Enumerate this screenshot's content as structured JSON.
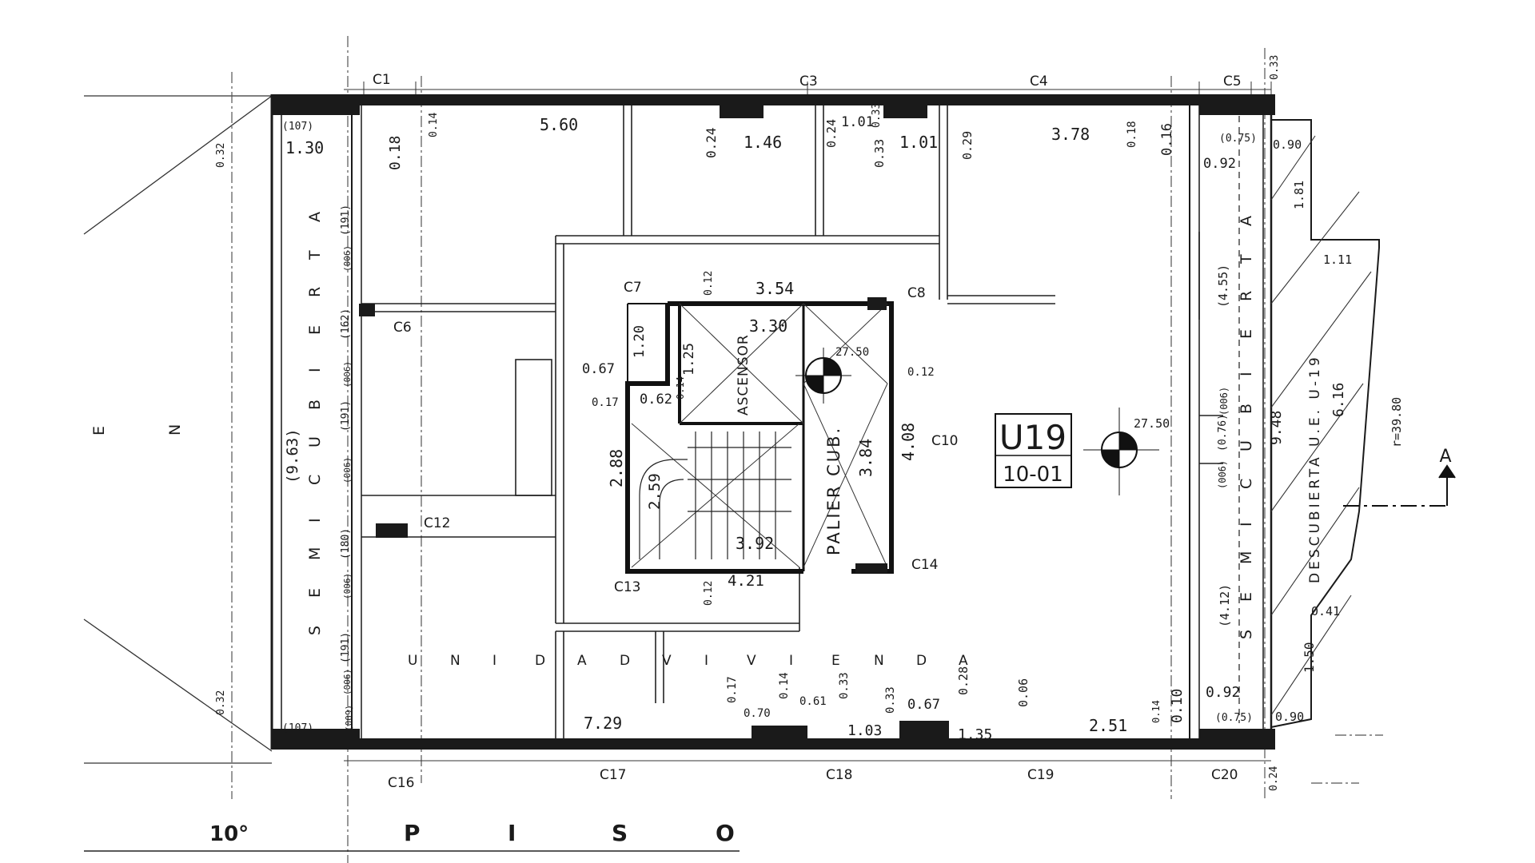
{
  "plan": {
    "floor_title": "10°",
    "floor_word": [
      "P",
      "I",
      "S",
      "O"
    ],
    "unit_code": "U19",
    "unit_sub": "10-01",
    "level_main": "27.50",
    "level_stair": "27.50",
    "unidad_letters": [
      "U",
      "N",
      "I",
      "D",
      "A",
      "D",
      "V",
      "I",
      "V",
      "I",
      "E",
      "N",
      "D",
      "A"
    ],
    "left_band_letters": [
      "S",
      "E",
      "M",
      "I",
      "C",
      "U",
      "B",
      "I",
      "E",
      "R",
      "T",
      "A"
    ],
    "right_band_letters": [
      "S",
      "E",
      "M",
      "I",
      "C",
      "U",
      "B",
      "I",
      "E",
      "R",
      "T",
      "A"
    ],
    "edge_letters": [
      "E",
      "N"
    ],
    "descubierta": "DESCUBIERTA U.E. U-19",
    "ascensor": "ASCENSOR",
    "palier": "PALIER CUB.",
    "section_mark": "A",
    "radius": "r=39.80"
  },
  "columns": {
    "c1": "C1",
    "c3": "C3",
    "c4": "C4",
    "c5": "C5",
    "c6": "C6",
    "c7": "C7",
    "c8": "C8",
    "c10": "C10",
    "c12": "C12",
    "c13": "C13",
    "c14": "C14",
    "c16": "C16",
    "c17": "C17",
    "c18": "C18",
    "c19": "C19",
    "c20": "C20"
  },
  "dimensions": {
    "top_5_60": "5.60",
    "top_1_46": "1.46",
    "top_1_01a": "1.01",
    "top_1_01b": "1.01",
    "top_3_78": "3.78",
    "top_0_24": "0.24",
    "top_0_24b": "0.24",
    "top_0_33": "0.33",
    "top_0_29": "0.29",
    "top_0_18": "0.18",
    "top_0_18b": "0.18",
    "top_0_16": "0.16",
    "top_0_14": "0.14",
    "top_0_33r": "0.33",
    "top_1_30": "1.30",
    "top_107": "(107)",
    "top_0_92": "0.92",
    "top_0_90": "0.90",
    "top_075": "(0.75)",
    "top_1_81": "1.81",
    "core_3_54": "3.54",
    "core_3_30": "3.30",
    "core_1_20": "1.20",
    "core_1_25": "1.25",
    "core_0_12a": "0.12",
    "core_0_12b": "0.12",
    "core_0_12c": "0.12",
    "core_0_67": "0.67",
    "core_0_17": "0.17",
    "core_0_62": "0.62",
    "core_2_88": "2.88",
    "core_2_59": "2.59",
    "core_3_84": "3.84",
    "core_4_08": "4.08",
    "core_3_92": "3.92",
    "core_4_21": "4.21",
    "core_0_14": "0.14",
    "left_9_63": "(9.63)",
    "left_191a": "(191)",
    "left_162": "(162)",
    "left_191b": "(191)",
    "left_180": "(180)",
    "left_191c": "(191)",
    "left_006a": "(006)",
    "left_006b": "(006)",
    "left_006c": "(006)",
    "left_006d": "(006)",
    "left_006e": "(006)",
    "left_107b": "(107)",
    "left_009": "(009)",
    "left_0_32a": "0.32",
    "left_0_32b": "0.32",
    "right_4_55": "(4.55)",
    "right_4_12": "(4.12)",
    "right_076": "(0.76)",
    "right_006a": "(006)",
    "right_006b": "(006)",
    "right_9_48": "9.48",
    "right_6_16": "6.16",
    "right_1_11": "1.11",
    "right_0_41": "0.41",
    "right_1_50": "1.50",
    "bot_7_29": "7.29",
    "bot_1_03": "1.03",
    "bot_1_35": "1.35",
    "bot_2_51": "2.51",
    "bot_0_17": "0.17",
    "bot_0_70": "0.70",
    "bot_0_14": "0.14",
    "bot_0_61": "0.61",
    "bot_0_33a": "0.33",
    "bot_0_33b": "0.33",
    "bot_0_67": "0.67",
    "bot_0_28": "0.28",
    "bot_0_06": "0.06",
    "bot_0_10": "0.10",
    "bot_0_14b": "0.14",
    "bot_0_92": "0.92",
    "bot_075": "(0.75)",
    "bot_0_90": "0.90",
    "bot_0_24": "0.24",
    "top_0_33c": "0.33"
  }
}
